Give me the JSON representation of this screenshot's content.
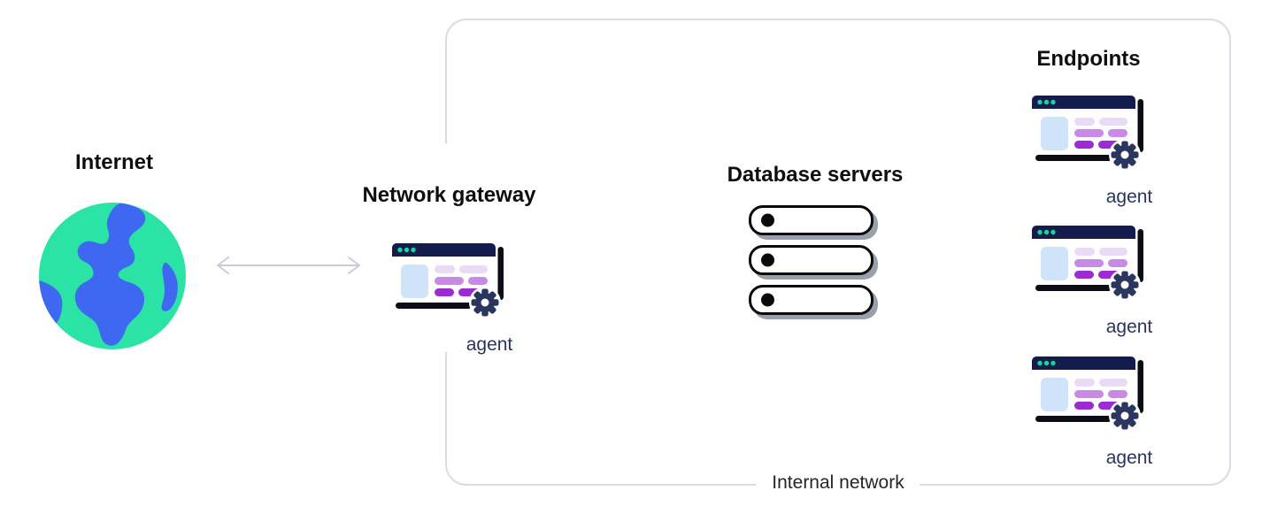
{
  "nodes": {
    "internet": {
      "label": "Internet",
      "icon": "globe-icon"
    },
    "network_gateway": {
      "label": "Network gateway",
      "icon": "browser-window-gear-icon",
      "agent_label": "agent"
    },
    "database_servers": {
      "label": "Database servers",
      "icon": "server-stack-icon",
      "server_count": 3
    },
    "endpoints": {
      "label": "Endpoints",
      "items": [
        {
          "icon": "browser-window-gear-icon",
          "agent_label": "agent"
        },
        {
          "icon": "browser-window-gear-icon",
          "agent_label": "agent"
        },
        {
          "icon": "browser-window-gear-icon",
          "agent_label": "agent"
        }
      ]
    }
  },
  "boundary": {
    "label": "Internal network"
  },
  "connections": [
    {
      "from": "internet",
      "to": "network_gateway",
      "type": "bidirectional-arrow"
    }
  ],
  "colors": {
    "globe_green": "#2BE3A4",
    "globe_blue": "#3E68F2",
    "window_navy": "#141B4D",
    "window_black": "#0B0C14",
    "gear_navy": "#2B3660",
    "dot_green": "#16D79C",
    "panel_light_blue": "#CFE4F9",
    "pill_lavender": "#E9DAF6",
    "pill_purple_mid": "#C88AE5",
    "pill_purple_dark": "#9C2BD2",
    "arrow_gray": "#C9CDD9",
    "boundary_border": "#D9DCE4",
    "server_shadow": "#98A0AC",
    "agent_text": "#2A3462"
  }
}
